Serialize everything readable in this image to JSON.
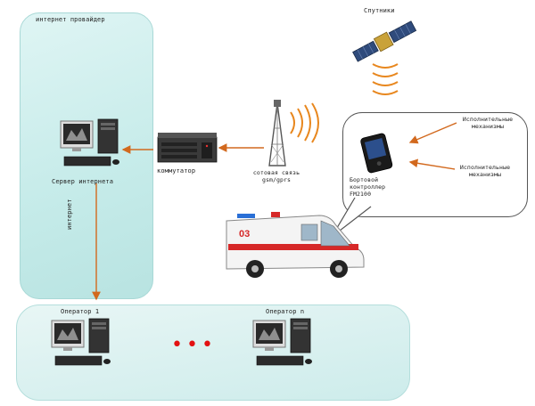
{
  "labels": {
    "internet_provider": "интернет провайдер",
    "satellites": "Спутники",
    "server": "Сервер интернета",
    "switch": "коммутатор",
    "cellular": "сотовая связь\ngsm/gprs",
    "onboard_controller": "Бортовой контроллер\nFM2100",
    "actuators_1": "Исполнительные\nмеханизмы",
    "actuators_2": "Исполнительные\nмеханизмы",
    "internet": "интернет",
    "operator_1": "Оператор 1",
    "operator_n": "Оператор n",
    "ellipsis": "•••",
    "ambulance_number": "03"
  },
  "colors": {
    "arrow": "#d2691e",
    "panel": "#c5ebe9",
    "dots": "#e31212",
    "ambulance_stripe": "#d62828"
  }
}
